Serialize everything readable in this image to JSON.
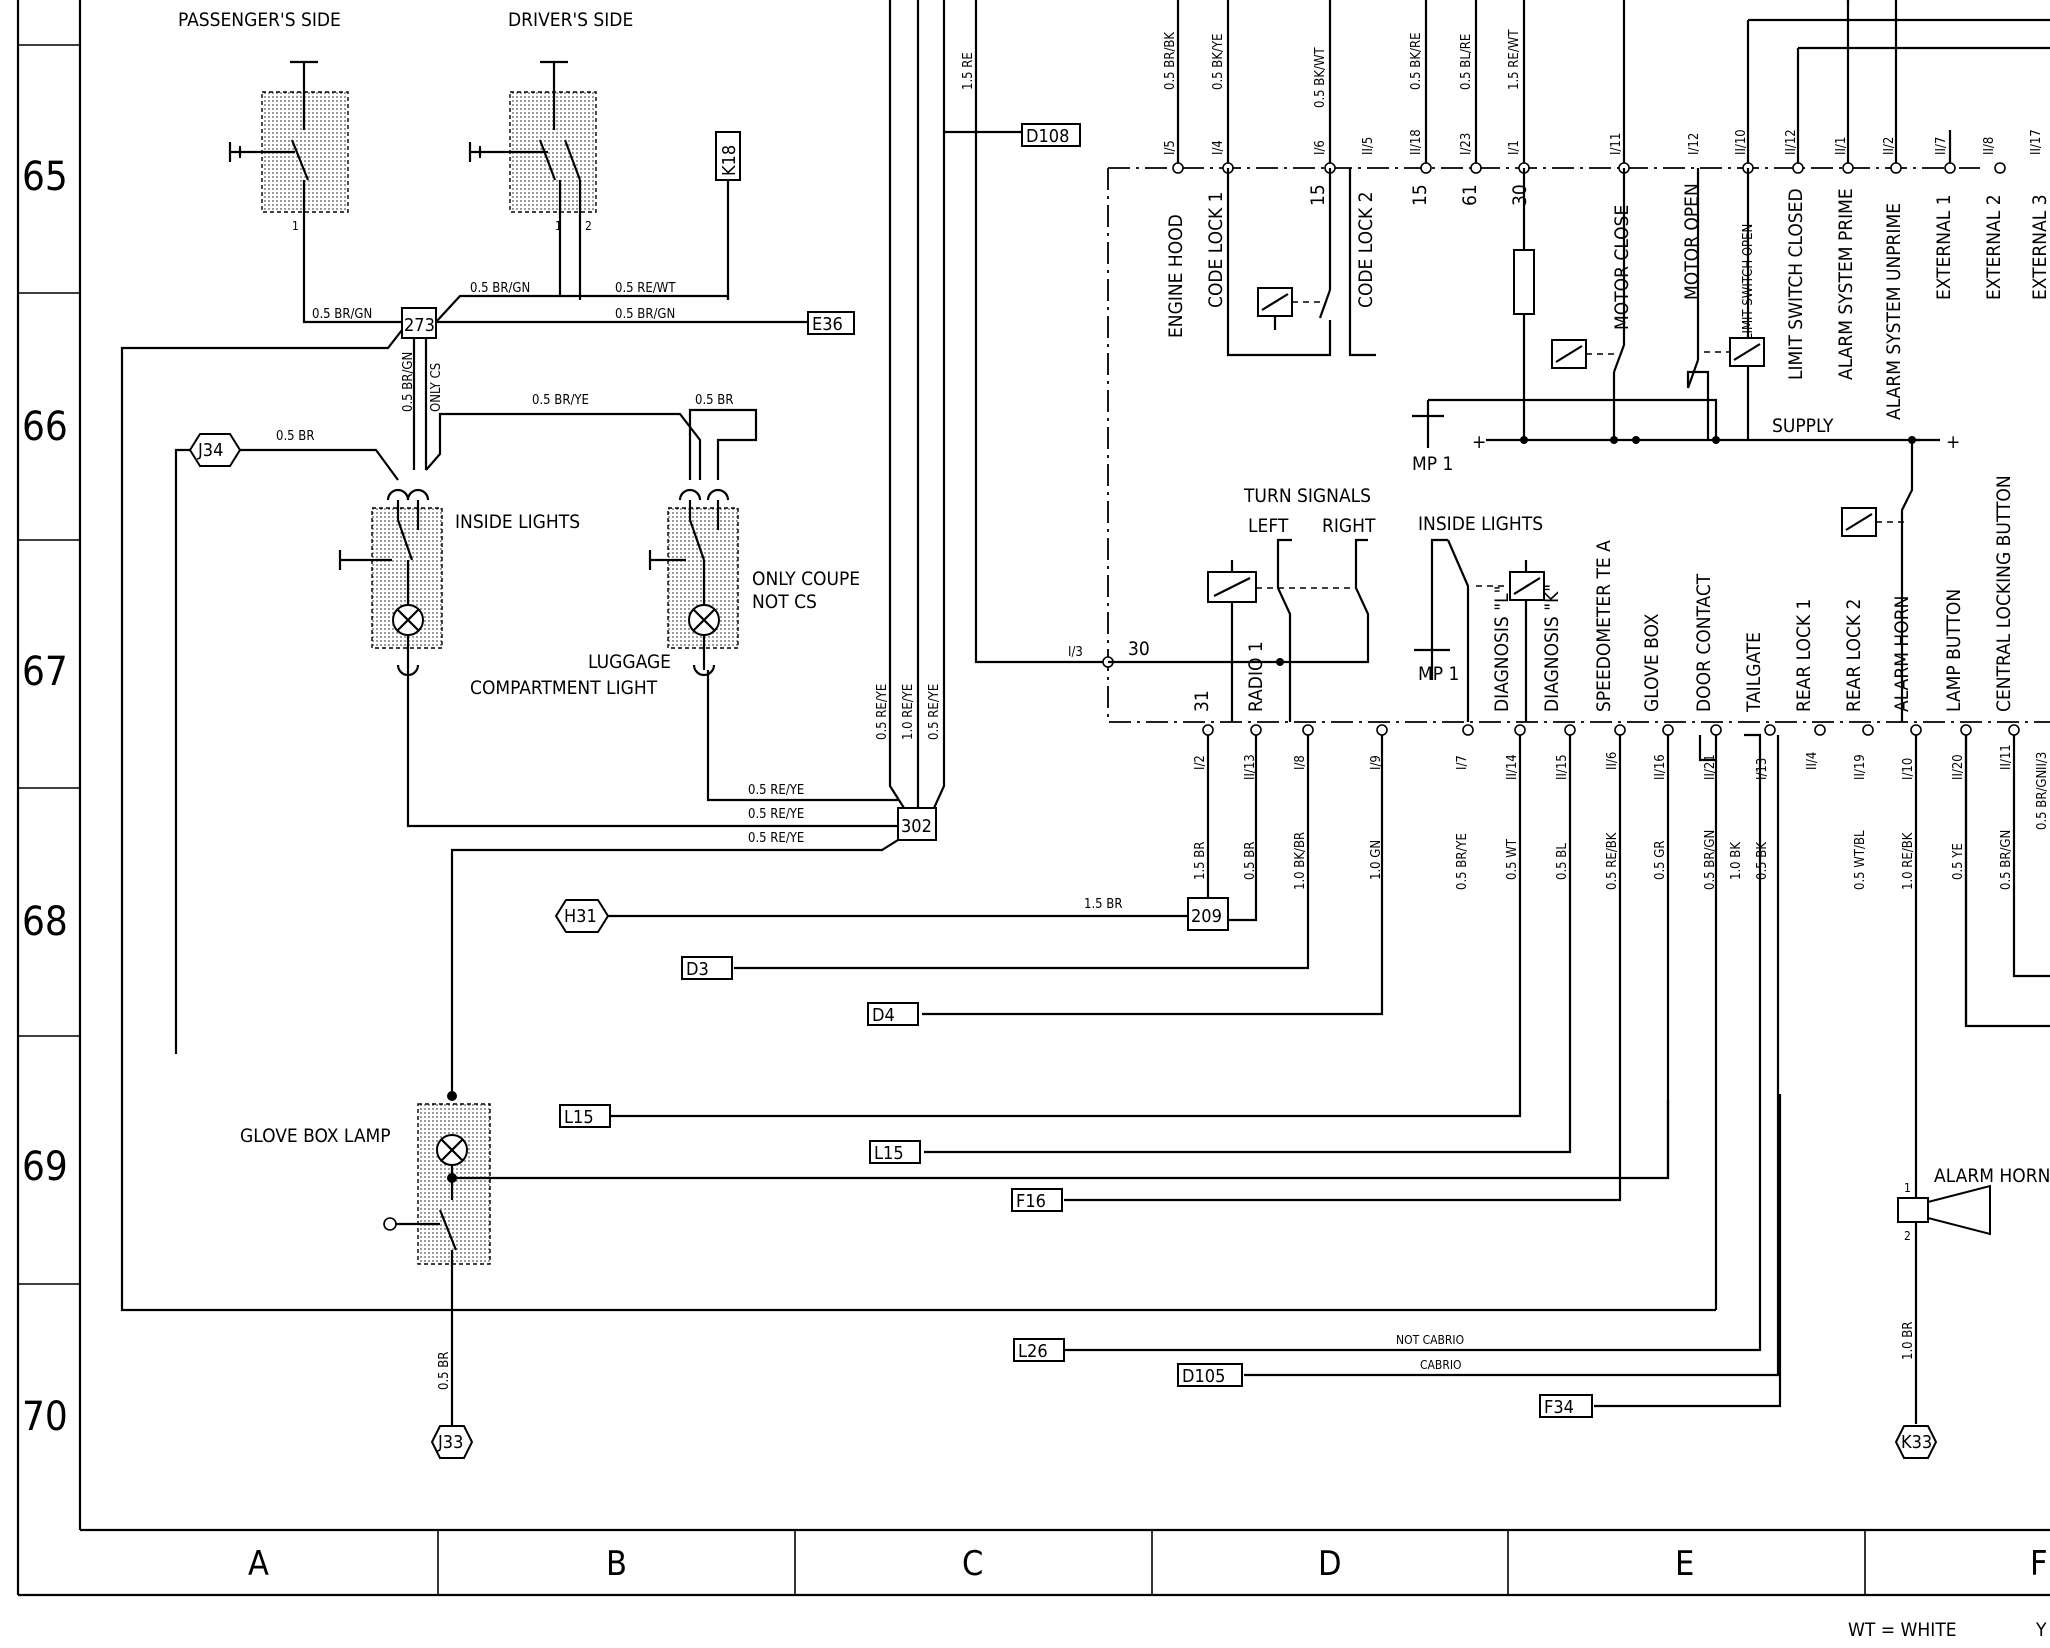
{
  "row_numbers": [
    "65",
    "66",
    "67",
    "68",
    "69",
    "70"
  ],
  "column_letters": [
    "A",
    "B",
    "C",
    "D",
    "E",
    "F"
  ],
  "legend": "WT = WHITE",
  "legend_partial": "Y",
  "labels": {
    "passenger_side": "PASSENGER'S SIDE",
    "driver_side": "DRIVER'S SIDE",
    "inside_lights": "INSIDE LIGHTS",
    "only_coupe": "ONLY COUPE",
    "not_cs": "NOT CS",
    "luggage": "LUGGAGE",
    "compartment_light": "COMPARTMENT LIGHT",
    "glove_box_lamp": "GLOVE BOX LAMP",
    "turn_signals": "TURN SIGNALS",
    "left": "LEFT",
    "right": "RIGHT",
    "inside_lights_2": "INSIDE LIGHTS",
    "supply": "SUPPLY",
    "mp1": "MP 1",
    "mp1b": "MP 1",
    "alarm_horn": "ALARM HORN",
    "only_cs": "ONLY CS",
    "not_cabrio": "NOT CABRIO",
    "cabrio": "CABRIO",
    "plus": "+",
    "t30": "30",
    "t31": "31",
    "t15a": "15",
    "t15b": "15",
    "t61": "61",
    "t30b": "30",
    "i3": "I/3"
  },
  "connectors": {
    "k18": "K18",
    "e36": "E36",
    "d108": "D108",
    "j34": "J34",
    "h31": "H31",
    "d3": "D3",
    "d4": "D4",
    "l15a": "L15",
    "l15b": "L15",
    "f16": "F16",
    "l26": "L26",
    "d105": "D105",
    "f34": "F34",
    "j33": "J33",
    "k33": "K33"
  },
  "junctions": {
    "j273": "273",
    "j302": "302",
    "j209": "209"
  },
  "wires": {
    "w1": "0.5 BR/GN",
    "w2": "0.5 BR/GN",
    "w3": "0.5 RE/WT",
    "w4": "0.5 BR/GN",
    "w5": "0.5 BR/GN",
    "w6": "0.5 BR",
    "w7": "0.5 BR/YE",
    "w8": "0.5 BR",
    "w9": "0.5 RE/YE",
    "w10": "0.5 RE/YE",
    "w11": "0.5 RE/YE",
    "w12": "0.5 RE/YE",
    "w13": "1.0 RE/YE",
    "w14": "0.5 RE/YE",
    "w15": "1.5 RE",
    "w16": "1.5 BR",
    "w17": "0.5 BR",
    "w18": "NOT CABRIO",
    "w19": "CABRIO",
    "w20": "0.5 BR",
    "w21": "1.0 BR"
  },
  "top_wires": [
    "0.5 BR/BK",
    "0.5 BK/YE",
    "0.5 BK/WT",
    "0.5 BK/RE",
    "0.5 BL/RE",
    "1.5 RE/WT"
  ],
  "top_pins": [
    "I/5",
    "I/4",
    "I/6",
    "II/5",
    "II/18",
    "I/23",
    "I/1",
    "I/11",
    "I/12",
    "II/10",
    "II/12",
    "II/1",
    "II/2",
    "II/7",
    "II/8",
    "II/17"
  ],
  "top_functions": [
    "ENGINE HOOD",
    "CODE LOCK 1",
    "CODE LOCK 2",
    "MOTOR CLOSE",
    "MOTOR OPEN",
    "LIMIT SWITCH OPEN",
    "LIMIT SWITCH CLOSED",
    "ALARM SYSTEM PRIME",
    "ALARM SYSTEM UNPRIME",
    "EXTERNAL 1",
    "EXTERNAL 2",
    "EXTERNAL 3"
  ],
  "bottom_functions": [
    "RADIO 1",
    "DIAGNOSIS \"L\"",
    "DIAGNOSIS \"K\"",
    "SPEEDOMETER TE A",
    "GLOVE BOX",
    "DOOR CONTACT",
    "TAILGATE",
    "REAR LOCK 1",
    "REAR LOCK 2",
    "ALARM HORN",
    "LAMP BUTTON",
    "CENTRAL LOCKING BUTTON"
  ],
  "bottom_pins": [
    "I/2",
    "II/13",
    "I/8",
    "I/9",
    "I/7",
    "II/14",
    "II/15",
    "II/6",
    "II/16",
    "II/21",
    "I/13",
    "II/4",
    "II/19",
    "I/10",
    "II/20",
    "II/11",
    "II/3"
  ],
  "bottom_wires": [
    "1.5 BR",
    "0.5 BR",
    "1.0 BK/BR",
    "1.0 GN",
    "0.5 BR/YE",
    "0.5 WT",
    "0.5 BL",
    "0.5 RE/BK",
    "0.5 GR",
    "0.5 BR/GN",
    "1.0 BK",
    "0.5 BK",
    "0.5 WT/BL",
    "1.0 RE/BK",
    "0.5 YE",
    "0.5 BR/GN",
    "0.5 BR/GN"
  ]
}
